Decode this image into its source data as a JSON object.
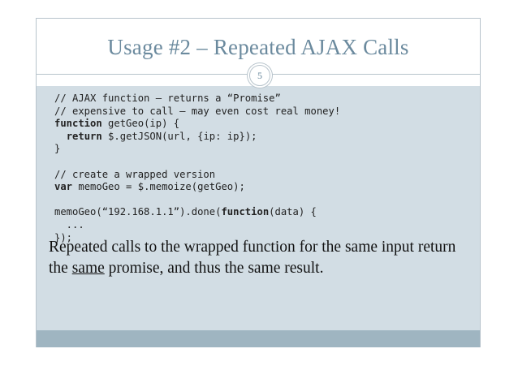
{
  "slide": {
    "title": "Usage #2 – Repeated AJAX Calls",
    "page_number": "5"
  },
  "code": {
    "l1": "// AJAX function – returns a “Promise”",
    "l2": "// expensive to call – may even cost real money!",
    "l3_kw": "function",
    "l3_rest": " getGeo(ip) {",
    "l4_indent": "  ",
    "l4_kw": "return",
    "l4_rest": " $.getJSON(url, {ip: ip});",
    "l5": "}",
    "l6": "",
    "l7": "// create a wrapped version",
    "l8_kw": "var",
    "l8_rest": " memoGeo = $.memoize(getGeo);",
    "l9": "",
    "l10_pre": "memoGeo(“192.168.1.1”).done(",
    "l10_kw": "function",
    "l10_post": "(data) {",
    "l11": "  ...",
    "l12": "});"
  },
  "body": {
    "part1": "Repeated calls to the wrapped function for the same input return the ",
    "underlined": "same",
    "part2": " promise, and thus the same result."
  },
  "colors": {
    "title": "#6b8a9e",
    "content_bg": "#d2dde4",
    "footer_band": "#9fb5c1",
    "border": "#b8c4cc"
  }
}
